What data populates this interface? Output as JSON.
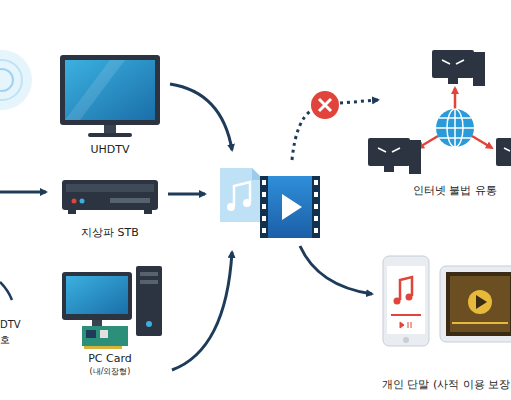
{
  "diagram": {
    "nodes": [
      {
        "text": [
          "UHDTV"
        ]
      },
      {
        "text": [
          "지상파 STB"
        ]
      },
      {
        "text": [
          "PC Card",
          "(내/외장형)"
        ]
      },
      {
        "text": [
          "인터넷 불법 유통"
        ]
      },
      {
        "text": [
          "개인 단말 (사적 이용 보장"
        ]
      }
    ],
    "labels": [
      "DTV",
      "호"
    ]
  }
}
